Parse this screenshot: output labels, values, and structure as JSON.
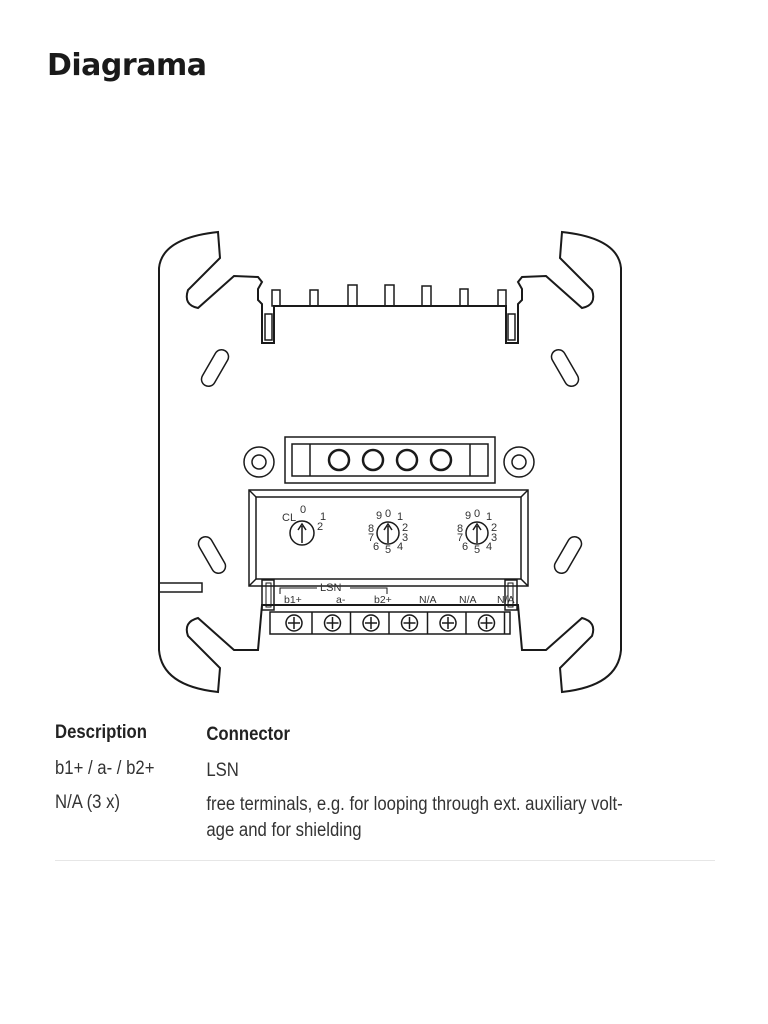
{
  "title": "Diagrama",
  "diagram": {
    "dials": [
      {
        "labels": [
          "CL",
          "0",
          "1",
          "2"
        ]
      },
      {
        "labels": [
          "9",
          "0",
          "1",
          "2",
          "3",
          "4",
          "5",
          "6",
          "7",
          "8"
        ]
      },
      {
        "labels": [
          "9",
          "0",
          "1",
          "2",
          "3",
          "4",
          "5",
          "6",
          "7",
          "8"
        ]
      }
    ],
    "bus_label": "LSN",
    "terminals": [
      "b1+",
      "a-",
      "b2+",
      "N/A",
      "N/A",
      "N/A"
    ]
  },
  "table": {
    "headers": [
      "Description",
      "Connector"
    ],
    "rows": [
      {
        "description": "b1+ / a- / b2+",
        "connector": "LSN"
      },
      {
        "description": "N/A (3 x)",
        "connector": "free terminals, e.g. for looping through ext. auxiliary volt-age and for shielding"
      }
    ]
  }
}
